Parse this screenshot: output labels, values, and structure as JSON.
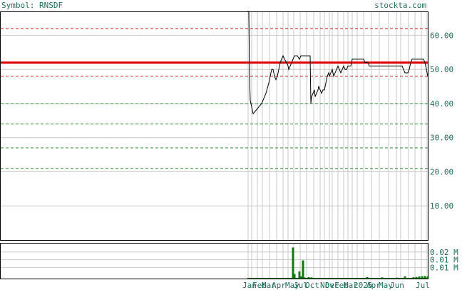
{
  "header": {
    "symbol_text": "Symbol: RNSDF",
    "site_text": "stockta.com"
  },
  "colors": {
    "text": "#1f6f5a",
    "grid": "#c8c8c8",
    "price_line": "#000000",
    "red_line": "#e00000",
    "red_dashed": "#d02020",
    "green_dashed": "#2e8b2e",
    "volume_bar": "#117711"
  },
  "chart_data": {
    "type": "line",
    "price_axis": {
      "ylim": [
        0,
        67
      ],
      "ticks": [
        10,
        20,
        30,
        40,
        50,
        60
      ],
      "tick_labels": [
        "10.00",
        "20.00",
        "30.00",
        "40.00",
        "50.00",
        "60.00"
      ]
    },
    "volume_axis": {
      "ylim": [
        0,
        0.027
      ],
      "tick_labels": [
        "0.02 M",
        "0.01 M",
        "0.01 M"
      ],
      "tick_values": [
        0.0205,
        0.0145,
        0.0085
      ]
    },
    "x_labels": [
      "Jan",
      "Feb",
      "Mar",
      "Apr",
      "May",
      "Jul",
      "Oct",
      "Nov",
      "Dec",
      "Feb",
      "Mar",
      "2025",
      "Apr",
      "May",
      "Jun",
      "Jul"
    ],
    "levels": {
      "solid_red": 52,
      "dashed_red": [
        62,
        48
      ],
      "dashed_green": [
        40,
        34,
        27,
        21
      ]
    },
    "price_series": [
      [
        0,
        67
      ],
      [
        1,
        67
      ],
      [
        2,
        67
      ],
      [
        3,
        48
      ],
      [
        4,
        41
      ],
      [
        6,
        39
      ],
      [
        8,
        37
      ],
      [
        12,
        38
      ],
      [
        16,
        39
      ],
      [
        20,
        40
      ],
      [
        26,
        43
      ],
      [
        30,
        46
      ],
      [
        34,
        50
      ],
      [
        36,
        50
      ],
      [
        38,
        48
      ],
      [
        40,
        47
      ],
      [
        42,
        48
      ],
      [
        44,
        50
      ],
      [
        46,
        52
      ],
      [
        50,
        54
      ],
      [
        52,
        53
      ],
      [
        55,
        52
      ],
      [
        57,
        51
      ],
      [
        58,
        50
      ],
      [
        60,
        51
      ],
      [
        62,
        52
      ],
      [
        64,
        53
      ],
      [
        66,
        54
      ],
      [
        68,
        54
      ],
      [
        70,
        54
      ],
      [
        73,
        53
      ],
      [
        75,
        54
      ],
      [
        77,
        54
      ],
      [
        80,
        54
      ],
      [
        82,
        54
      ],
      [
        84,
        54
      ],
      [
        86,
        54
      ],
      [
        88,
        54
      ],
      [
        89,
        40
      ],
      [
        90,
        42
      ],
      [
        92,
        43
      ],
      [
        94,
        44
      ],
      [
        95,
        42
      ],
      [
        97,
        43
      ],
      [
        99,
        44
      ],
      [
        100,
        45
      ],
      [
        102,
        44
      ],
      [
        104,
        43
      ],
      [
        106,
        44
      ],
      [
        108,
        44
      ],
      [
        110,
        46
      ],
      [
        112,
        48
      ],
      [
        114,
        49
      ],
      [
        115,
        48
      ],
      [
        117,
        49
      ],
      [
        119,
        50
      ],
      [
        121,
        48
      ],
      [
        123,
        49
      ],
      [
        125,
        50
      ],
      [
        127,
        51
      ],
      [
        129,
        50
      ],
      [
        131,
        49
      ],
      [
        133,
        50
      ],
      [
        135,
        51
      ],
      [
        137,
        50
      ],
      [
        139,
        50
      ],
      [
        141,
        51
      ],
      [
        143,
        51
      ],
      [
        145,
        51
      ],
      [
        147,
        53
      ],
      [
        149,
        53
      ],
      [
        151,
        53
      ],
      [
        153,
        53
      ],
      [
        155,
        53
      ],
      [
        157,
        53
      ],
      [
        159,
        53
      ],
      [
        161,
        53
      ],
      [
        163,
        53
      ],
      [
        165,
        52
      ],
      [
        167,
        52
      ],
      [
        169,
        52
      ],
      [
        171,
        51
      ],
      [
        173,
        51
      ],
      [
        175,
        51
      ],
      [
        177,
        51
      ],
      [
        179,
        51
      ],
      [
        181,
        51
      ],
      [
        183,
        51
      ],
      [
        185,
        51
      ],
      [
        187,
        51
      ],
      [
        189,
        51
      ],
      [
        191,
        51
      ],
      [
        193,
        51
      ],
      [
        195,
        51
      ],
      [
        197,
        51
      ],
      [
        199,
        51
      ],
      [
        201,
        51
      ],
      [
        203,
        51
      ],
      [
        205,
        51
      ],
      [
        207,
        51
      ],
      [
        209,
        51
      ],
      [
        211,
        51
      ],
      [
        213,
        51
      ],
      [
        215,
        51
      ],
      [
        217,
        51
      ],
      [
        219,
        50
      ],
      [
        221,
        49
      ],
      [
        223,
        49
      ],
      [
        225,
        49
      ],
      [
        227,
        50
      ],
      [
        229,
        52
      ],
      [
        231,
        53
      ],
      [
        233,
        53
      ],
      [
        235,
        53
      ],
      [
        237,
        53
      ],
      [
        239,
        53
      ],
      [
        241,
        53
      ],
      [
        243,
        53
      ],
      [
        245,
        53
      ],
      [
        247,
        53
      ],
      [
        249,
        52
      ],
      [
        251,
        50
      ],
      [
        253,
        48
      ]
    ],
    "volume_series": [
      [
        20,
        0.0002
      ],
      [
        35,
        0.0003
      ],
      [
        48,
        0.0004
      ],
      [
        57,
        0.0003
      ],
      [
        64,
        0.024
      ],
      [
        66,
        0.0035
      ],
      [
        73,
        0.0055
      ],
      [
        75,
        0.0017
      ],
      [
        78,
        0.014
      ],
      [
        80,
        0.0009
      ],
      [
        86,
        0.0011
      ],
      [
        90,
        0.0009
      ],
      [
        100,
        0.0005
      ],
      [
        115,
        0.0004
      ],
      [
        133,
        0.0005
      ],
      [
        140,
        0.0004
      ],
      [
        155,
        0.0005
      ],
      [
        168,
        0.0011
      ],
      [
        176,
        0.0006
      ],
      [
        189,
        0.0009
      ],
      [
        200,
        0.0005
      ],
      [
        210,
        0.0007
      ],
      [
        221,
        0.0016
      ],
      [
        233,
        0.001
      ],
      [
        237,
        0.0012
      ],
      [
        241,
        0.0016
      ],
      [
        245,
        0.0018
      ],
      [
        249,
        0.002
      ],
      [
        253,
        0.0017
      ]
    ]
  }
}
